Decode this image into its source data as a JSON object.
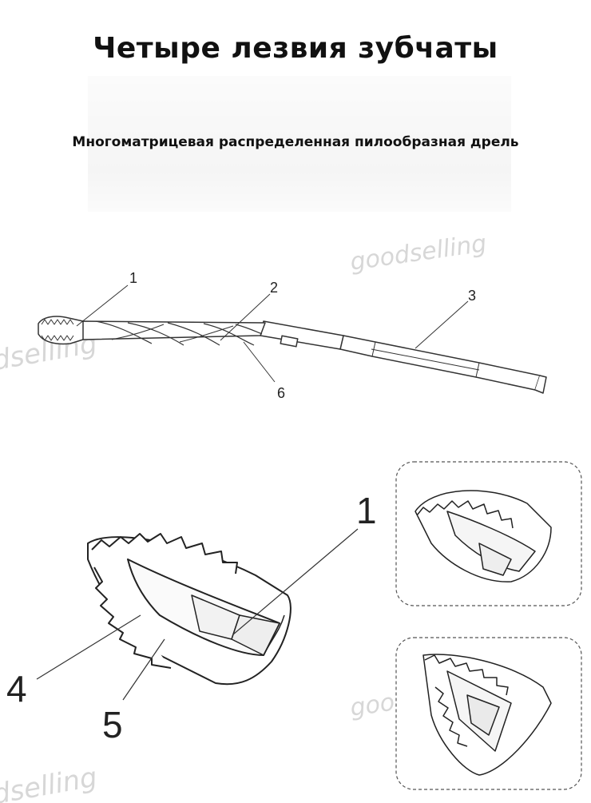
{
  "title": "Четыре лезвия зубчаты",
  "subtitle": "Многоматрицевая распределенная пилообразная дрель",
  "drill_callouts": [
    "1",
    "2",
    "3",
    "6"
  ],
  "tip_callouts": [
    "1",
    "4",
    "5"
  ],
  "watermark": "goodselling"
}
